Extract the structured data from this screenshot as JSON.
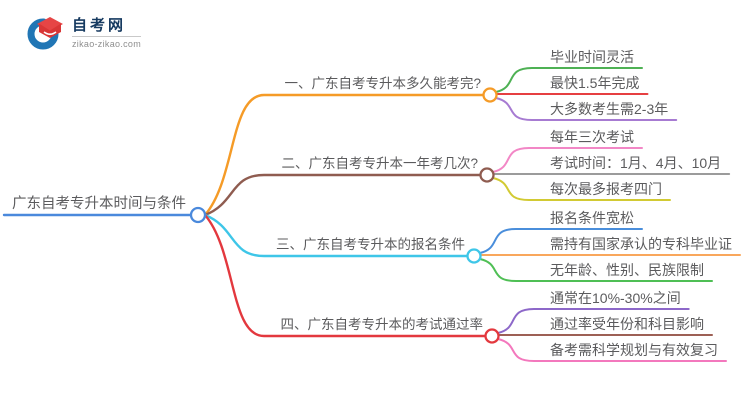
{
  "page": {
    "background": "#ffffff",
    "text_color": "#5b5b5d"
  },
  "logo": {
    "site_name": "自考网",
    "site_url": "zikao-zikao.com",
    "brand_blue": "#2176b5",
    "brand_red": "#e64545"
  },
  "mindmap": {
    "root": {
      "label": "广东自考专升本时间与条件",
      "color": "#4a89dc"
    },
    "branches": [
      {
        "label": "一、广东自考专升本多久能考完?",
        "color": "#f59b27",
        "children": [
          {
            "label": "毕业时间灵活",
            "color": "#4eb154"
          },
          {
            "label": "最快1.5年完成",
            "color": "#e63f41"
          },
          {
            "label": "大多数考生需2-3年",
            "color": "#a77bd2"
          }
        ]
      },
      {
        "label": "二、广东自考专升本一年考几次?",
        "color": "#8f5c50",
        "children": [
          {
            "label": "每年三次考试",
            "color": "#f287c6"
          },
          {
            "label": "考试时间：1月、4月、10月",
            "color": "#9b9b9b"
          },
          {
            "label": "每次最多报考四门",
            "color": "#d2ca33"
          }
        ]
      },
      {
        "label": "三、广东自考专升本的报名条件",
        "color": "#3ec6e8",
        "children": [
          {
            "label": "报名条件宽松",
            "color": "#4a8edb"
          },
          {
            "label": "需持有国家承认的专科毕业证",
            "color": "#f9a75c"
          },
          {
            "label": "无年龄、性别、民族限制",
            "color": "#4fbf55"
          }
        ]
      },
      {
        "label": "四、广东自考专升本的考试通过率",
        "color": "#e3383e",
        "children": [
          {
            "label": "通常在10%-30%之间",
            "color": "#8d68c9"
          },
          {
            "label": "通过率受年份和科目影响",
            "color": "#9d6055"
          },
          {
            "label": "备考需科学规划与有效复习",
            "color": "#f378bd"
          }
        ]
      }
    ]
  }
}
